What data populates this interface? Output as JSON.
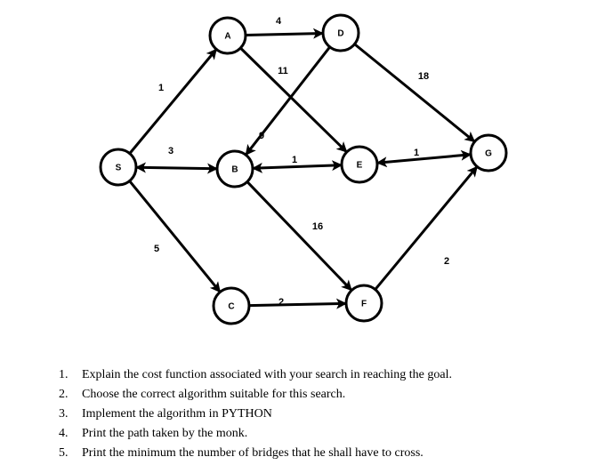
{
  "graph": {
    "nodes": [
      {
        "id": "S",
        "label": "S"
      },
      {
        "id": "A",
        "label": "A"
      },
      {
        "id": "B",
        "label": "B"
      },
      {
        "id": "C",
        "label": "C"
      },
      {
        "id": "D",
        "label": "D"
      },
      {
        "id": "E",
        "label": "E"
      },
      {
        "id": "F",
        "label": "F"
      },
      {
        "id": "G",
        "label": "G"
      }
    ],
    "edges": [
      {
        "from": "S",
        "to": "A",
        "weight": "1",
        "direction": "forward"
      },
      {
        "from": "S",
        "to": "B",
        "weight": "3",
        "direction": "both"
      },
      {
        "from": "S",
        "to": "C",
        "weight": "5",
        "direction": "forward"
      },
      {
        "from": "A",
        "to": "D",
        "weight": "4",
        "direction": "forward"
      },
      {
        "from": "A",
        "to": "E",
        "weight": "11",
        "direction": "forward"
      },
      {
        "from": "D",
        "to": "B",
        "weight": "9",
        "direction": "forward"
      },
      {
        "from": "D",
        "to": "G",
        "weight": "18",
        "direction": "forward"
      },
      {
        "from": "B",
        "to": "E",
        "weight": "1",
        "direction": "both"
      },
      {
        "from": "B",
        "to": "F",
        "weight": "16",
        "direction": "forward"
      },
      {
        "from": "E",
        "to": "G",
        "weight": "1",
        "direction": "both"
      },
      {
        "from": "C",
        "to": "F",
        "weight": "2",
        "direction": "forward"
      },
      {
        "from": "F",
        "to": "G",
        "weight": "2",
        "direction": "forward"
      }
    ]
  },
  "questions": [
    {
      "number": "1.",
      "text": "Explain the cost function associated with your search in reaching the goal."
    },
    {
      "number": "2.",
      "text": "Choose the correct algorithm suitable for this search."
    },
    {
      "number": "3.",
      "text": "Implement the algorithm in PYTHON"
    },
    {
      "number": "4.",
      "text": "Print the path taken by the monk."
    },
    {
      "number": "5.",
      "text": "Print the minimum  the number of bridges that he shall have to cross."
    }
  ]
}
